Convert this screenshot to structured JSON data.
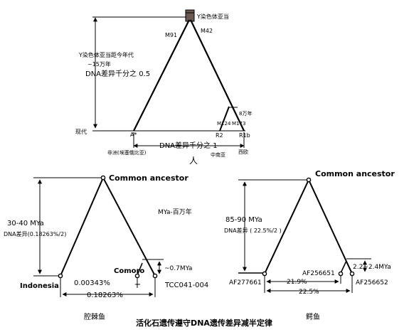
{
  "human": {
    "top_label": "Y染色体亚当",
    "branch_left": "M91",
    "branch_right": "M42",
    "age_label": "Y染色体亚当距今年代",
    "age_value": "~15万年",
    "dna_half": "DNA差异千分之 0.5",
    "subbranch_age": "8万年",
    "marker_left": "M124",
    "marker_right": "M173",
    "present": "现代",
    "node_a": "A*",
    "node_r2": "R2",
    "node_r1b": "R1b",
    "dna_full": "DNA差异千分之 1",
    "region_africa": "非洲(埃塞俄比亚)",
    "region_south_asia": "中南亚",
    "region_west_europe": "西欧",
    "caption": "人"
  },
  "coelacanth": {
    "ancestor": "Common ancestor",
    "mya_note": "MYa-百万年",
    "age": "30-40 MYa",
    "dna": "DNA差异(0.18263%/2)",
    "node_comoro": "Comoro",
    "split_age": "~0.7MYa",
    "node_indonesia": "Indonesia",
    "node_tcc": "TCC041-004",
    "diff_small": "0.00343%",
    "diff_large": "0.18263%",
    "caption": "腔棘鱼"
  },
  "crocodile": {
    "ancestor": "Common ancestor",
    "age": "85-90 MYa",
    "dna": "DNA差异 ( 22.5%/2 )",
    "split_age": "2.2~2.4MYa",
    "node_af256651": "AF256651",
    "node_af277661": "AF277661",
    "node_af256652": "AF256652",
    "diff_small": "21.9%",
    "diff_large": "22.5%",
    "caption": "鳄鱼"
  },
  "footer": {
    "title": "活化石遗传遵守DNA遗传差异减半定律"
  }
}
